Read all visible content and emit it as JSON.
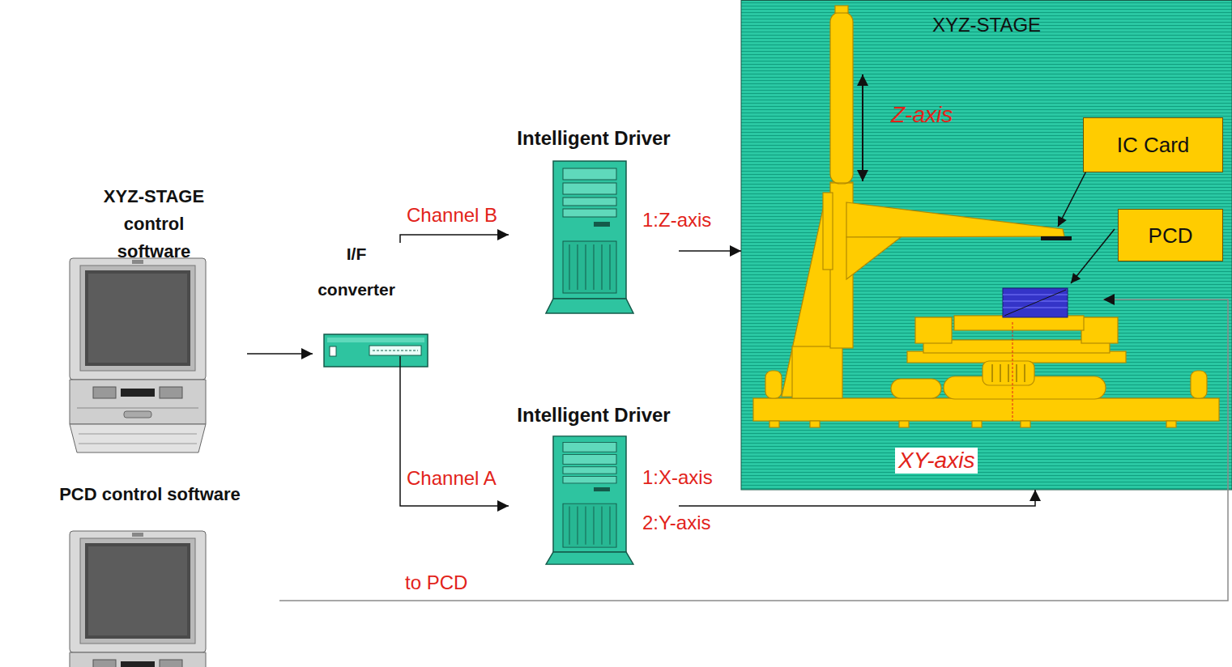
{
  "diagram": {
    "nodes": [
      {
        "text": [
          "XYZ-STAGE control software"
        ]
      },
      {
        "text": [
          "I/F converter"
        ]
      },
      {
        "text": [
          "Intelligent Driver"
        ]
      },
      {
        "text": [
          "Intelligent Driver"
        ]
      },
      {
        "text": [
          "PCD control software"
        ]
      },
      {
        "text": [
          "XYZ-STAGE"
        ]
      },
      {
        "text": [
          "IC Card"
        ],
        "in": 5
      },
      {
        "text": [
          "PCD"
        ],
        "in": 5
      }
    ],
    "edges": [
      {
        "from": 0,
        "to": 1,
        "arrow": "to"
      },
      {
        "from": 1,
        "to": 2,
        "label": "Channel B",
        "arrow": "to"
      },
      {
        "from": 1,
        "to": 3,
        "label": "Channel A",
        "arrow": "to"
      },
      {
        "from": 2,
        "to": 5,
        "label": "1:Z-axis",
        "arrow": "to"
      },
      {
        "from": 3,
        "to": 5,
        "arrow": "to"
      },
      {
        "from": 4,
        "to": 5,
        "label": "to PCD",
        "arrow": "to"
      }
    ],
    "labels": [
      "Z-axis",
      "XY-axis",
      "1:X-axis",
      "2:Y-axis"
    ]
  }
}
